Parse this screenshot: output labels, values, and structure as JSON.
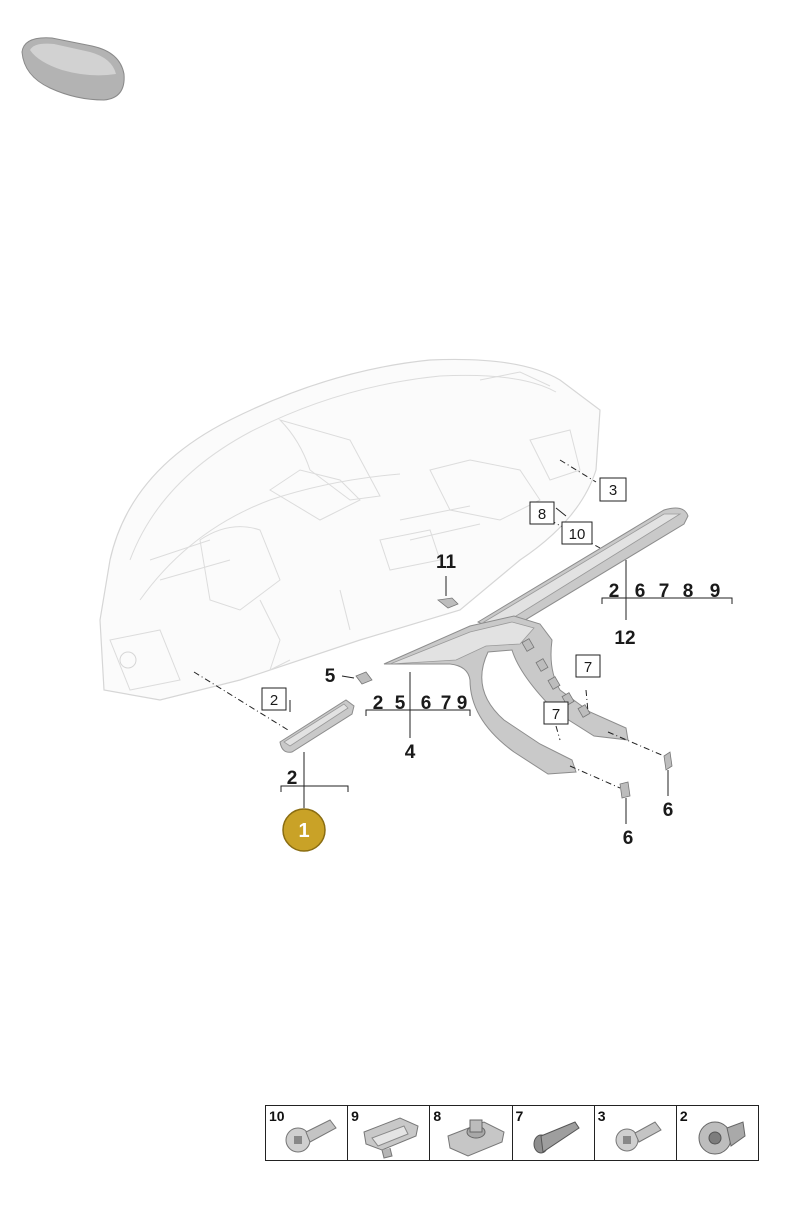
{
  "highlight": {
    "label": "1",
    "color": "#c9a227"
  },
  "callouts": {
    "c2": "2",
    "c4": "4",
    "c5": "5",
    "c6a": "6",
    "c6b": "6",
    "c11": "11",
    "c12": "12"
  },
  "boxed": {
    "b2": "2",
    "b3": "3",
    "b7a": "7",
    "b7b": "7",
    "b8": "8",
    "b10": "10"
  },
  "groups": {
    "g12": [
      "2",
      "6",
      "7",
      "8",
      "9"
    ],
    "g4": [
      "2",
      "5",
      "6",
      "7",
      "9"
    ]
  },
  "legend": [
    {
      "num": "10",
      "icon": "torx-screw-icon"
    },
    {
      "num": "9",
      "icon": "spring-clip-icon"
    },
    {
      "num": "8",
      "icon": "clip-nut-icon"
    },
    {
      "num": "7",
      "icon": "expansion-rivet-icon"
    },
    {
      "num": "3",
      "icon": "torx-screw-short-icon"
    },
    {
      "num": "2",
      "icon": "flange-nut-icon"
    }
  ]
}
